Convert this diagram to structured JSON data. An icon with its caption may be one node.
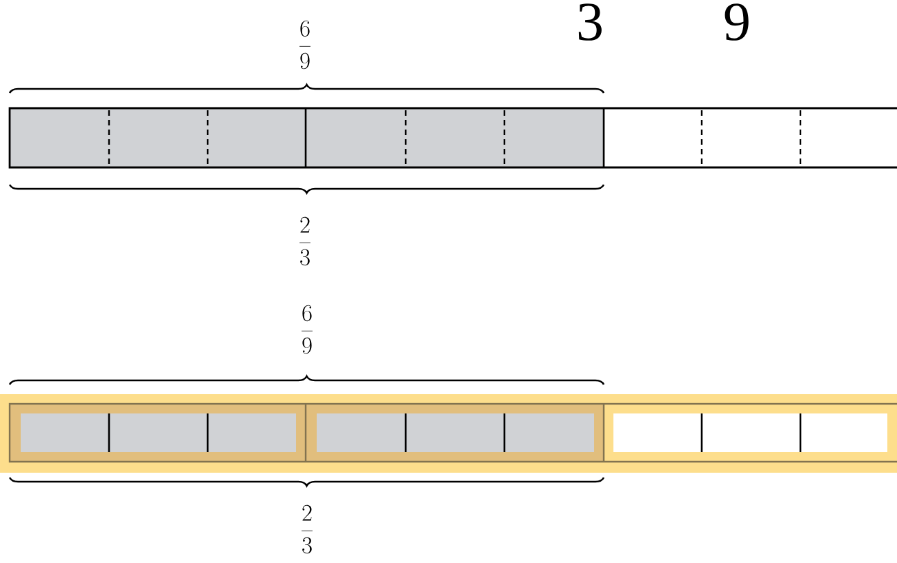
{
  "diagram": {
    "labels": [
      "3",
      "9",
      "\\frac{6}{9}",
      "\\frac{2}{3}",
      "\\frac{6}{9}",
      "\\frac{2}{3}"
    ]
  }
}
